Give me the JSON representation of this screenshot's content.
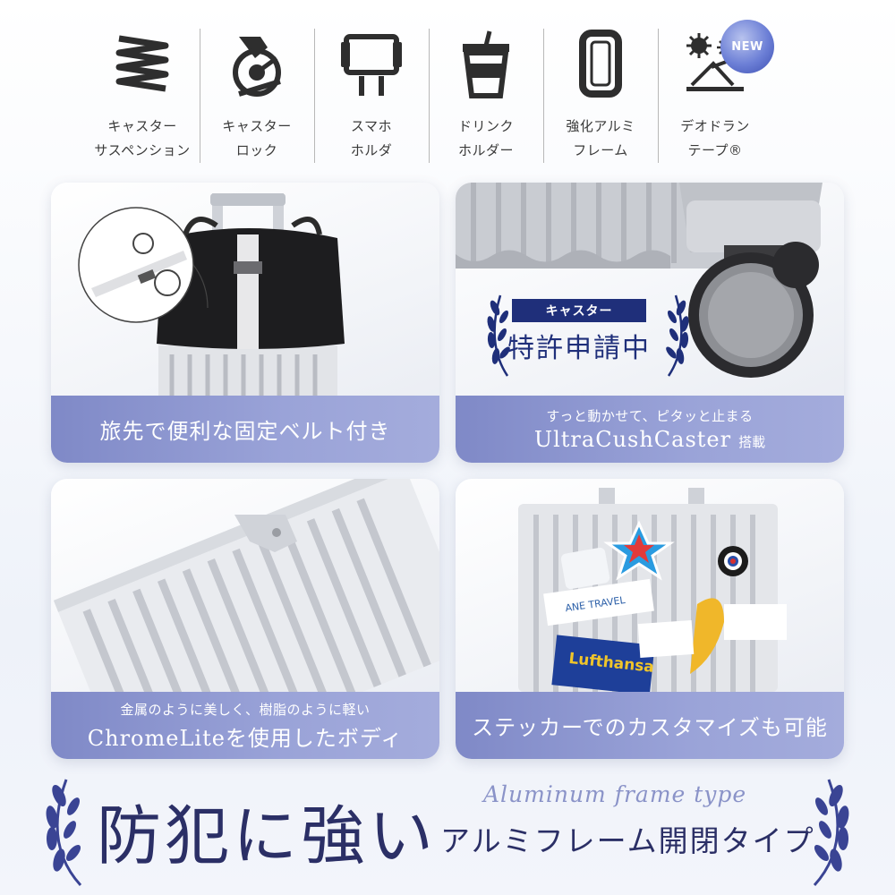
{
  "features": [
    {
      "icon": "suspension-spring-icon",
      "line1": "キャスター",
      "line2": "サスペンション"
    },
    {
      "icon": "caster-lock-icon",
      "line1": "キャスター",
      "line2": "ロック"
    },
    {
      "icon": "phone-holder-icon",
      "line1": "スマホ",
      "line2": "ホルダ"
    },
    {
      "icon": "drink-holder-icon",
      "line1": "ドリンク",
      "line2": "ホルダー"
    },
    {
      "icon": "aluminum-frame-icon",
      "line1": "強化アルミ",
      "line2": "フレーム"
    },
    {
      "icon": "deodorant-tape-icon",
      "line1": "デオドラン",
      "line2": "テープ®",
      "badge": "NEW"
    }
  ],
  "cards": {
    "belt": {
      "caption": "旅先で便利な固定ベルト付き"
    },
    "caster": {
      "badge_label": "キャスター",
      "badge_title": "特許申請中",
      "caption_small": "すっと動かせて、ピタッと止まる",
      "caption_large": "UltraCushCaster",
      "caption_suffix": "搭載"
    },
    "material": {
      "caption_small": "金属のように美しく、樹脂のように軽い",
      "caption_large": "ChromeLiteを使用したボディ"
    },
    "sticker": {
      "caption": "ステッカーでのカスタマイズも可能",
      "sticker_texts": [
        "Lufthansa",
        "ANE TRAVEL"
      ]
    }
  },
  "headline": {
    "main": "防犯に強い",
    "english": "Aluminum frame type",
    "sub": "アルミフレーム開閉タイプ"
  },
  "colors": {
    "band": "#8c95cf",
    "navy": "#2b2f66",
    "badge_navy": "#1f2f7a"
  }
}
